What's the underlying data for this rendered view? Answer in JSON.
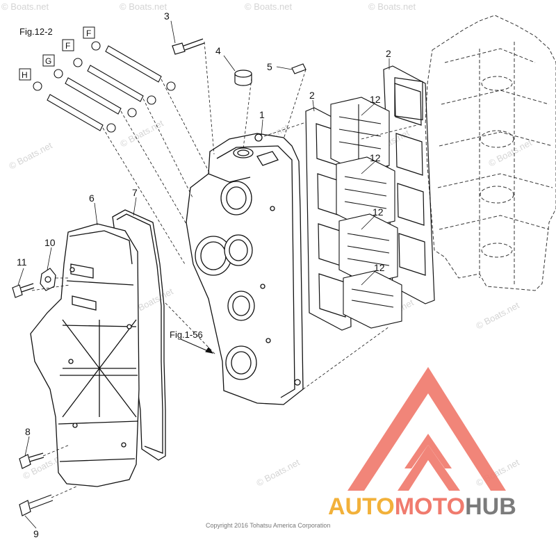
{
  "figure": {
    "ref_top": "Fig.12-2",
    "ref_mid": "Fig.1-56"
  },
  "box_labels": [
    "F",
    "F",
    "G",
    "H"
  ],
  "callouts": {
    "c1": "1",
    "c2a": "2",
    "c2b": "2",
    "c3": "3",
    "c4": "4",
    "c5": "5",
    "c6": "6",
    "c7": "7",
    "c8": "8",
    "c9": "9",
    "c10": "10",
    "c11": "11",
    "c12a": "12",
    "c12b": "12",
    "c12c": "12",
    "c12d": "12"
  },
  "watermark": "© Boats.net",
  "copyright": "Copyright 2016 Tohatsu America Corporation",
  "logo": {
    "part1": "AUTO",
    "part2": "MOTO",
    "part3": "HUB",
    "colors": {
      "auto": "#f2b13a",
      "moto": "#f07b6e",
      "hub": "#7b7b7b",
      "mark": "#f07b6e"
    }
  }
}
